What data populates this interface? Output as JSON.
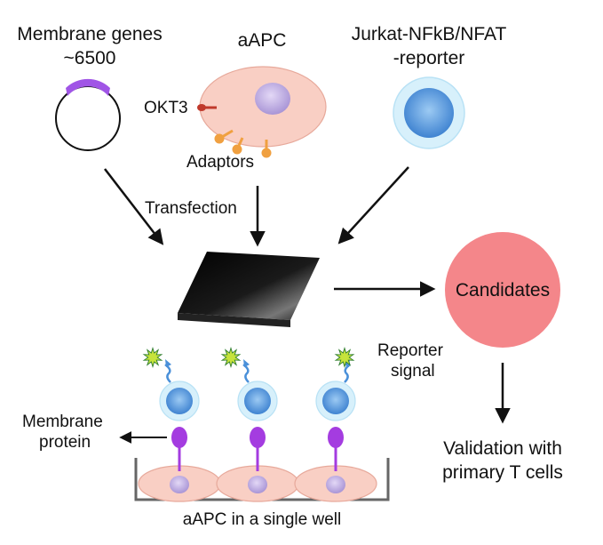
{
  "labels": {
    "membrane_genes_line1": "Membrane genes",
    "membrane_genes_line2": "~6500",
    "aapc": "aAPC",
    "jurkat_line1": "Jurkat-NFkB/NFAT",
    "jurkat_line2": "-reporter",
    "okt3": "OKT3",
    "adaptors": "Adaptors",
    "transfection": "Transfection",
    "candidates": "Candidates",
    "reporter_line1": "Reporter",
    "reporter_line2": "signal",
    "membrane_protein_line1": "Membrane",
    "membrane_protein_line2": "protein",
    "validation_line1": "Validation with",
    "validation_line2": "primary T cells",
    "well_caption": "aAPC in a single well"
  },
  "colors": {
    "plasmid_insert": "#a055e6",
    "aapc_fill": "#f9cfc4",
    "aapc_nucleus": "#c9b7e8",
    "okt3": "#c0392b",
    "adaptor": "#f0a040",
    "jurkat_outer": "#d7f0fb",
    "jurkat_inner": "#5c9ee0",
    "candidates_fill": "#f4868a",
    "receptor": "#a43ce0",
    "signal_star": "#c6e33b",
    "signal_arrow": "#4a90d9"
  },
  "icons": {
    "plasmid": "plasmid-icon",
    "chip": "microarray-chip-icon",
    "signal": "starburst-icon"
  }
}
